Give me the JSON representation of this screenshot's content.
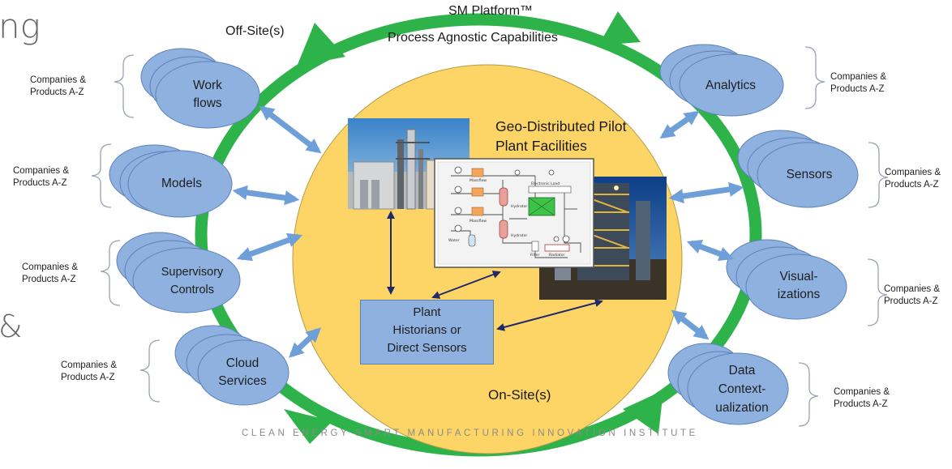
{
  "fragments": {
    "top_left": "ng",
    "mid_left": "&"
  },
  "ring": {
    "platform_title": "SM Platform™",
    "capabilities": "Process Agnostic Capabilities",
    "off_site": "Off-Site(s)",
    "on_site": "On-Site(s)"
  },
  "center": {
    "title_line1": "Geo-Distributed Pilot",
    "title_line2": "Plant Facilities",
    "historian_line1": "Plant",
    "historian_line2": "Historians or",
    "historian_line3": "Direct Sensors",
    "schematic_labels": {
      "massflow_top": "Massflow",
      "massflow_mid": "Massflow",
      "hydrator_top": "Hydrator",
      "hydrator_mid": "Hydrator",
      "electronic_load": "Electronic Load",
      "water": "Water",
      "filter": "Filter",
      "radiator": "Radiator"
    }
  },
  "left_nodes": [
    {
      "line1": "Work",
      "line2": "flows",
      "companies1": "Companies &",
      "companies2": "Products A-Z"
    },
    {
      "line1": "Models",
      "line2": "",
      "companies1": "Companies &",
      "companies2": "Products A-Z"
    },
    {
      "line1": "Supervisory",
      "line2": "Controls",
      "companies1": "Companies &",
      "companies2": "Products A-Z"
    },
    {
      "line1": "Cloud",
      "line2": "Services",
      "companies1": "Companies &",
      "companies2": "Products A-Z"
    }
  ],
  "right_nodes": [
    {
      "line1": "Analytics",
      "line2": "",
      "line3": "",
      "companies1": "Companies &",
      "companies2": "Products A-Z"
    },
    {
      "line1": "Sensors",
      "line2": "",
      "line3": "",
      "companies1": "Companies &",
      "companies2": "Products A-Z"
    },
    {
      "line1": "Visual-",
      "line2": "izations",
      "line3": "",
      "companies1": "Companies &",
      "companies2": "Products A-Z"
    },
    {
      "line1": "Data",
      "line2": "Context-",
      "line3": "ualization",
      "companies1": "Companies &",
      "companies2": "Products A-Z"
    }
  ],
  "footer": "CLEAN ENERGY SMART MANUFACTURING INNOVATION INSTITUTE",
  "colors": {
    "ring": "#2db34a",
    "center_circle": "#fdd466",
    "node_fill": "#8eb1e0",
    "node_stroke": "#5d82b8",
    "arrow_light": "#6f9fd8",
    "arrow_dark": "#1f2a6b"
  }
}
